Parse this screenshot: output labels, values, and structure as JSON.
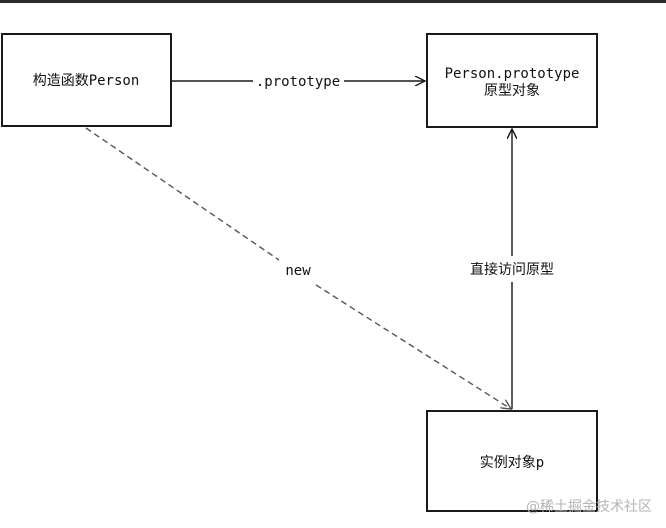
{
  "nodes": {
    "constructor": {
      "label": "构造函数Person"
    },
    "prototype": {
      "label_line1": "Person.prototype",
      "label_line2": "原型对象"
    },
    "instance": {
      "label": "实例对象p"
    }
  },
  "edges": {
    "prototype_link": {
      "label": ".prototype"
    },
    "new_link": {
      "label": "new"
    },
    "access_link": {
      "label": "直接访问原型"
    }
  },
  "watermark": {
    "text": "@稀土掘金技术社区"
  },
  "colors": {
    "stroke": "#1a1a1a",
    "dashed": "#555555",
    "watermark": "#b4b4b4"
  }
}
